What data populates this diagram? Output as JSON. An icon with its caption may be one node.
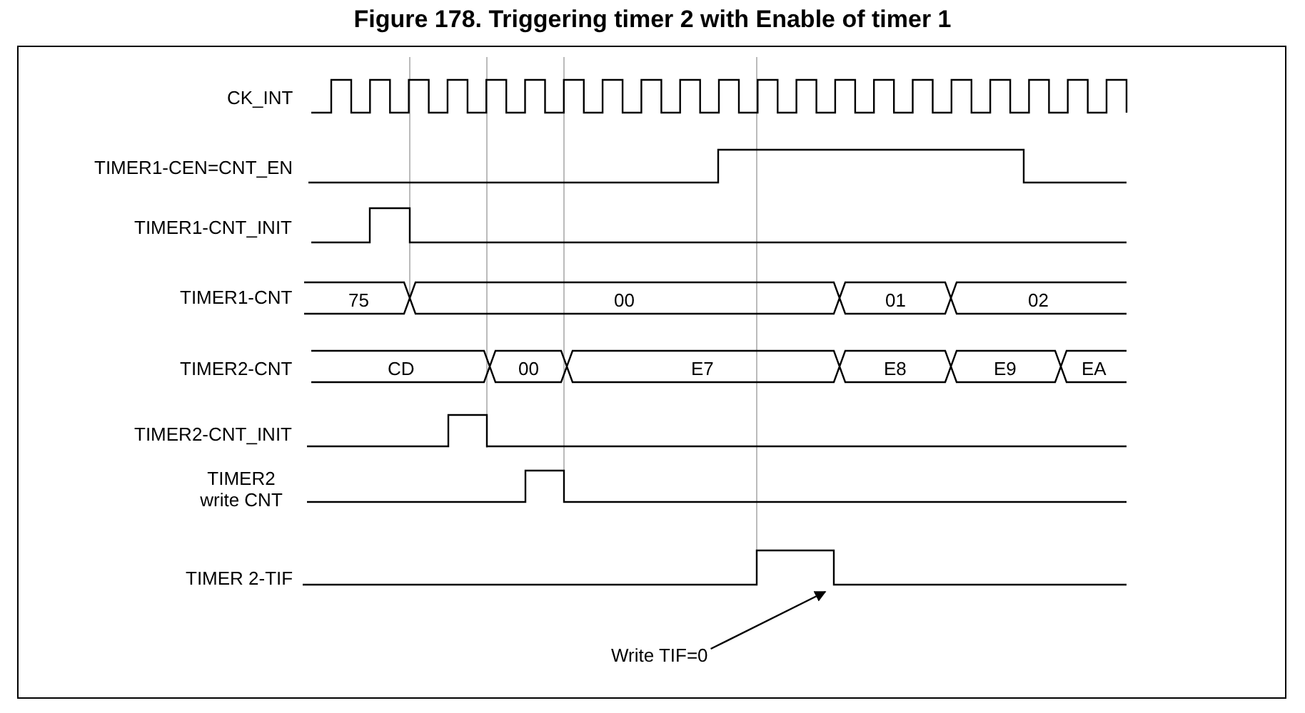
{
  "diagram": {
    "title": "Figure 178. Triggering timer 2 with Enable of timer 1",
    "nodes": [
      {
        "text": [
          "Write TIF=0"
        ]
      },
      {
        "text": [],
        "shape": "waveform"
      }
    ],
    "edges": [
      {
        "from": 0,
        "to": 1,
        "arrow": "to"
      }
    ],
    "labels": [
      "CK_INT",
      "TIMER1-CEN=CNT_EN",
      "TIMER1-CNT_INIT",
      "TIMER1-CNT",
      "75",
      "00",
      "01",
      "02",
      "TIMER2-CNT",
      "CD",
      "00",
      "E7",
      "E8",
      "E9",
      "EA",
      "TIMER2-CNT_INIT",
      "TIMER2 write CNT",
      "TIMER 2-TIF"
    ]
  }
}
